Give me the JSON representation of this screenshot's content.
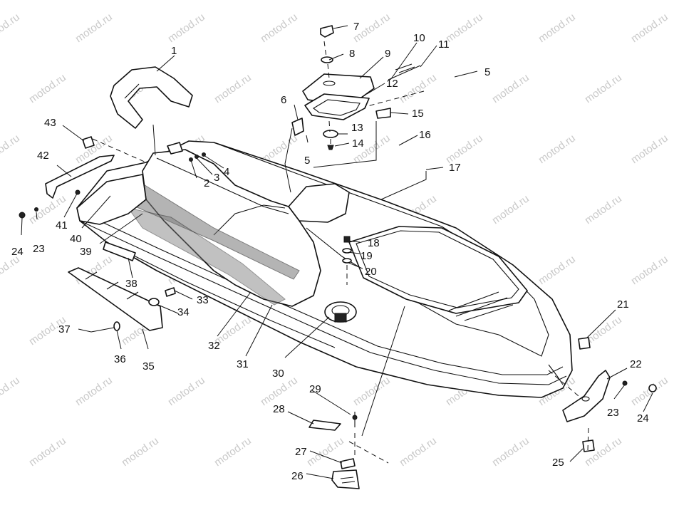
{
  "watermark": "motod.ru",
  "callouts": [
    "1",
    "2",
    "3",
    "4",
    "5",
    "5",
    "6",
    "7",
    "8",
    "9",
    "10",
    "11",
    "12",
    "13",
    "14",
    "15",
    "16",
    "17",
    "18",
    "19",
    "20",
    "21",
    "22",
    "23",
    "23",
    "24",
    "24",
    "25",
    "26",
    "27",
    "28",
    "29",
    "30",
    "31",
    "32",
    "33",
    "34",
    "35",
    "36",
    "37",
    "38",
    "39",
    "40",
    "41",
    "42",
    "43"
  ]
}
